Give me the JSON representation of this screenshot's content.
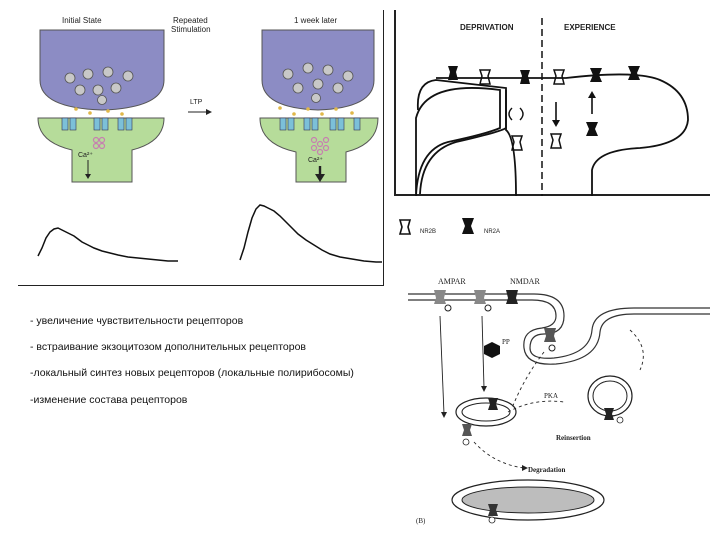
{
  "ltp_figure": {
    "label_initial": "Initial State",
    "label_stim_line1": "Repeated",
    "label_stim_line2": "Stimulation",
    "label_week": "1 week later",
    "label_ltp": "LTP",
    "label_ca_left": "Ca²⁺",
    "label_ca_right": "Ca²⁺"
  },
  "deprivation_figure": {
    "label_deprivation": "DEPRIVATION",
    "label_experience": "EXPERIENCE"
  },
  "nr_legend": {
    "nr2b": "NR2B",
    "nr2a": "NR2A"
  },
  "trafficking_figure": {
    "ampar": "AMPAR",
    "nmdar": "NMDAR",
    "pp": "PP",
    "pka": "PKA",
    "reinsertion": "Reinsertion",
    "degradation": "Degradation",
    "panel_label": "(B)"
  },
  "bullets": [
    "- увеличение чувствительности рецепторов",
    "- встраивание экзоцитозом дополнительных рецепторов",
    "-локальный синтез новых рецепторов (локальные полирибосомы)",
    "-изменение состава рецепторов"
  ],
  "colors": {
    "presynaptic": "#8c8cc4",
    "postsynaptic": "#b6dc9a",
    "receptor": "#7cc0d8",
    "vesicle_dot": "#e0b84a",
    "ca_dots": "#c77fb0"
  }
}
